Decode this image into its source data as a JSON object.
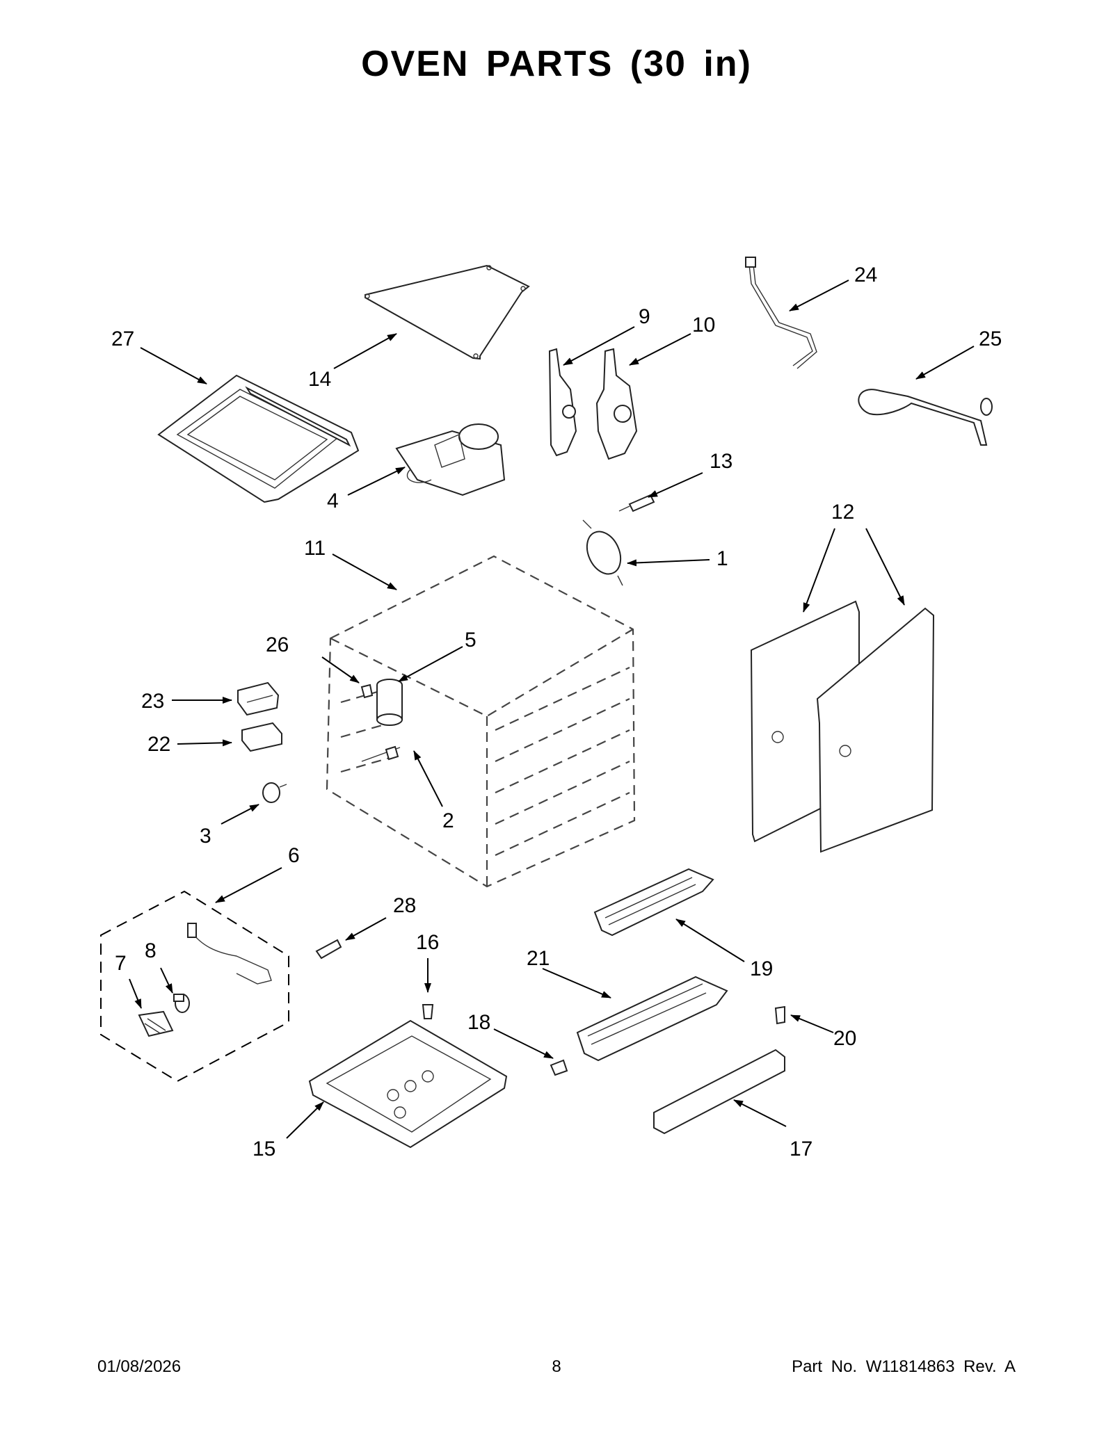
{
  "page": {
    "title": "OVEN PARTS (30 in)",
    "footer_date": "01/08/2026",
    "footer_page": "8",
    "footer_part": "Part No. W11814863 Rev. A"
  },
  "callouts": [
    "1",
    "2",
    "3",
    "4",
    "5",
    "6",
    "7",
    "8",
    "9",
    "10",
    "11",
    "12",
    "13",
    "14",
    "15",
    "16",
    "17",
    "18",
    "19",
    "20",
    "21",
    "22",
    "23",
    "24",
    "25",
    "26",
    "27",
    "28"
  ]
}
